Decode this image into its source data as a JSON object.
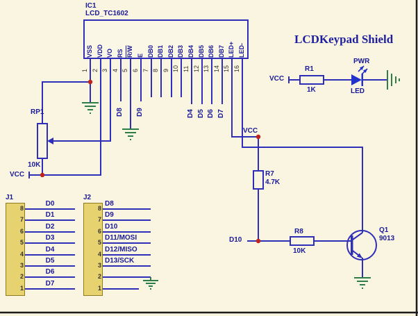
{
  "title": "LCDKeypad Shield",
  "ic1": {
    "ref": "IC1",
    "part": "LCD_TC1602",
    "pin_names": [
      "VSS",
      "VDD",
      "VO",
      "RS",
      "R/W",
      "E",
      "DB0",
      "DB1",
      "DB2",
      "DB3",
      "DB4",
      "DB5",
      "DB6",
      "DB7",
      "LED+",
      "LED-"
    ],
    "pin_numbers": [
      "1",
      "2",
      "3",
      "4",
      "5",
      "6",
      "7",
      "8",
      "9",
      "10",
      "11",
      "12",
      "13",
      "14",
      "15",
      "16"
    ]
  },
  "nets": {
    "d8": "D8",
    "d9": "D9",
    "d4": "D4",
    "d5": "D5",
    "d6": "D6",
    "d7": "D7",
    "d10": "D10",
    "vcc_left": "VCC",
    "vcc_mid": "VCC",
    "vcc_pwr": "VCC"
  },
  "components": {
    "rp1": {
      "ref": "RP1",
      "value": "10K"
    },
    "r1": {
      "ref": "R1",
      "value": "1K"
    },
    "r7": {
      "ref": "R7",
      "value": "4.7K"
    },
    "r8": {
      "ref": "R8",
      "value": "10K"
    },
    "q1": {
      "ref": "Q1",
      "value": "9013"
    },
    "pwr_led": {
      "top_label": "PWR",
      "bottom_label": "LED"
    }
  },
  "j1": {
    "ref": "J1",
    "pins": [
      "8",
      "7",
      "6",
      "5",
      "4",
      "3",
      "2",
      "1"
    ],
    "labels": [
      "D0",
      "D1",
      "D2",
      "D3",
      "D4",
      "D5",
      "D6",
      "D7"
    ]
  },
  "j2": {
    "ref": "J2",
    "pins": [
      "8",
      "7",
      "6",
      "5",
      "4",
      "3",
      "2",
      "1"
    ],
    "labels": [
      "D8",
      "D9",
      "D10",
      "D11/MOSI",
      "D12/MISO",
      "D13/SCK"
    ]
  },
  "colors": {
    "wire": "#2e2eb8",
    "text": "#19199a",
    "ground": "#2e7d46",
    "junction": "#c2221c",
    "connector": "#e6d26e",
    "led": "#2233cc",
    "background": "#faf5e0"
  }
}
